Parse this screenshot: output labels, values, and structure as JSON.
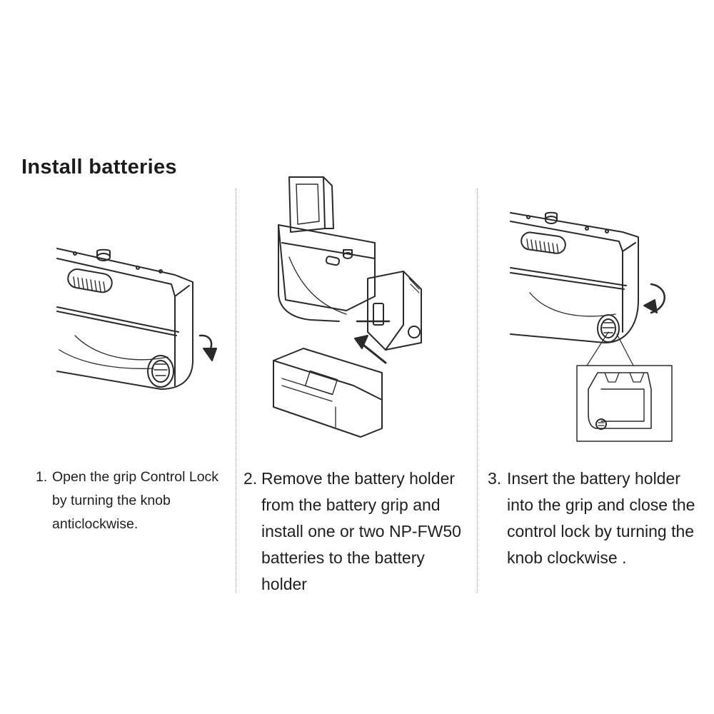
{
  "page": {
    "title": "Install batteries"
  },
  "steps": [
    {
      "number": "1.",
      "lines": [
        "Open the grip Control Lock",
        "by turning the knob",
        "anticlockwise."
      ]
    },
    {
      "number": "2.",
      "lines": [
        "Remove the battery holder",
        "from the battery grip and",
        "install one or two NP-FW50",
        "batteries to the battery",
        "holder"
      ]
    },
    {
      "number": "3.",
      "lines": [
        "Insert the battery holder",
        "into the grip and close the",
        "control lock by turning the",
        "knob clockwise ."
      ]
    }
  ],
  "illustrations": {
    "step1": "battery-grip-knob-anticlockwise-illustration",
    "step2": "battery-holder-removal-illustration",
    "step3": "battery-holder-insert-clockwise-illustration"
  },
  "colors": {
    "text": "#1f1f1f",
    "line_art": "#2a2a2a",
    "divider": "#9a9a9a"
  }
}
